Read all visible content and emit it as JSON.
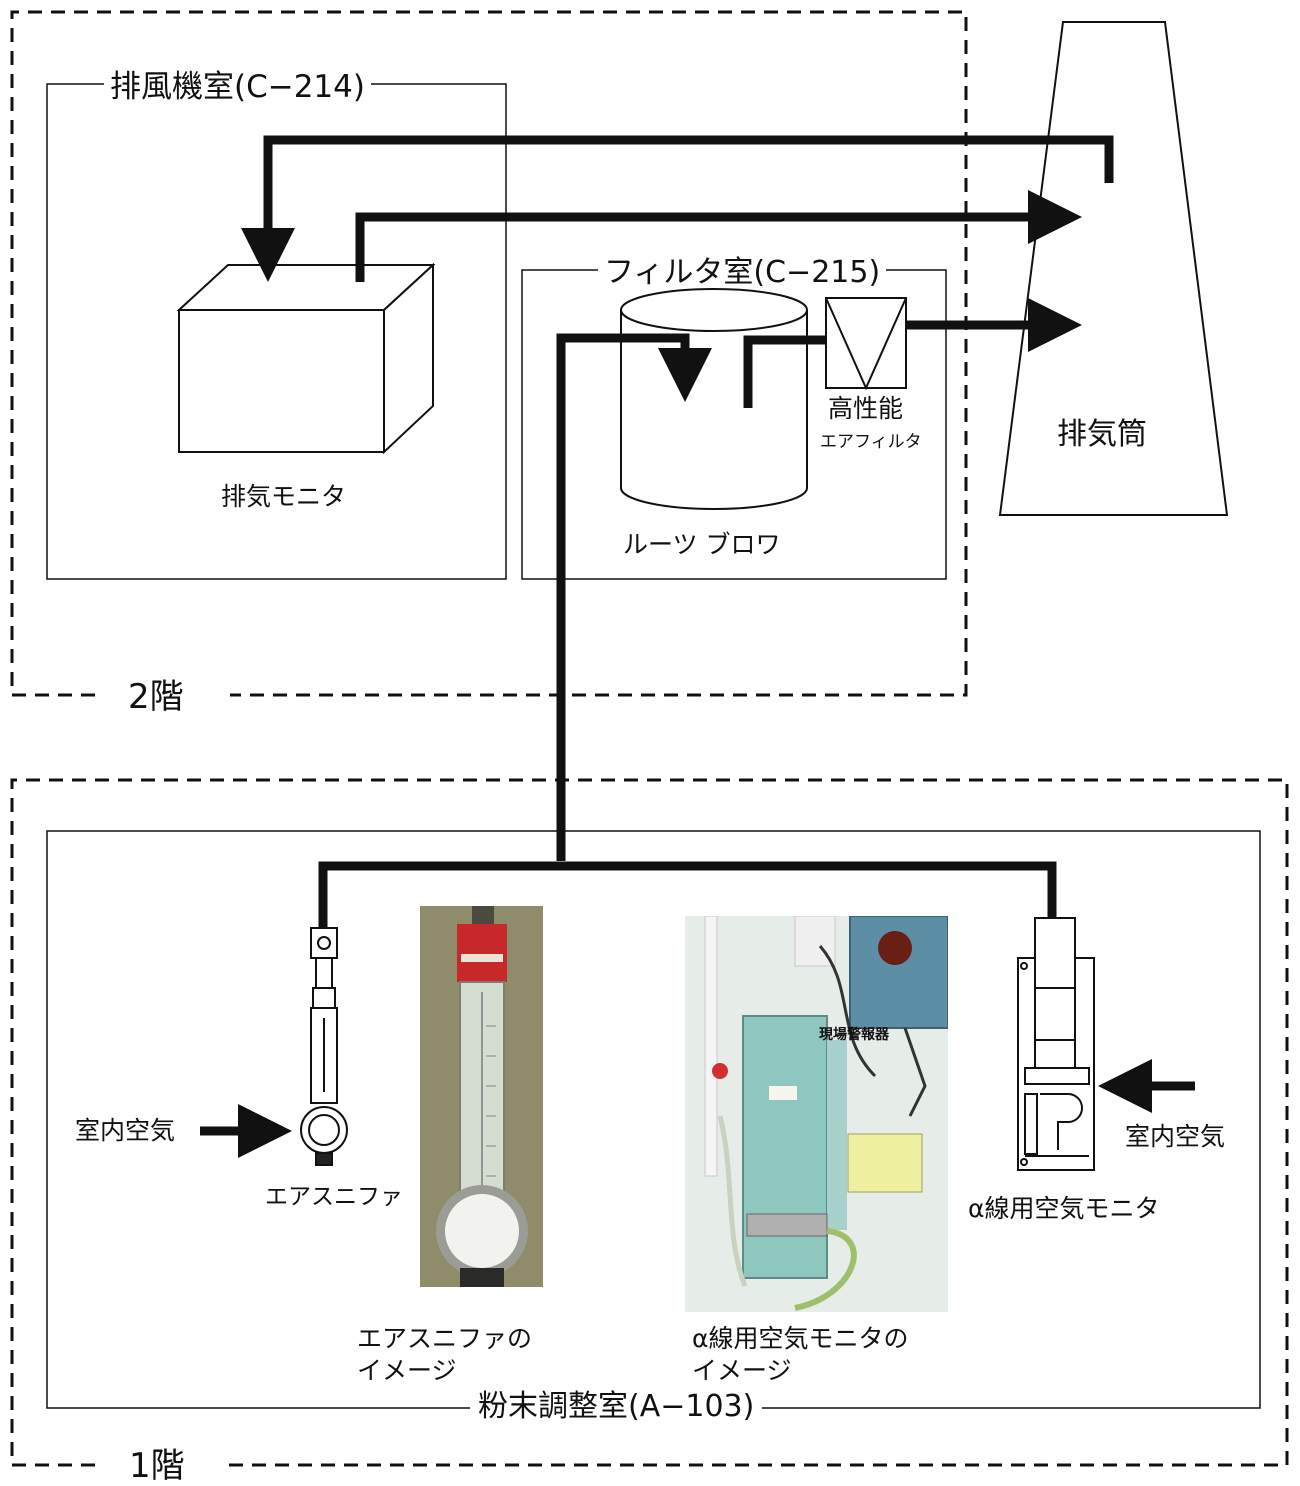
{
  "floors": {
    "upper": "2階",
    "lower": "1階"
  },
  "rooms": {
    "fan_room": "排風機室(C−214)",
    "filter_room": "フィルタ室(C−215)",
    "powder_room": "粉末調整室(A−103)"
  },
  "equipment": {
    "exhaust_monitor": "排気モニタ",
    "roots_blower": "ルーツ ブロワ",
    "hepa_line1": "高性能",
    "hepa_line2": "エアフィルタ",
    "stack": "排気筒",
    "air_sniffer": "エアスニファ",
    "alpha_monitor": "α線用空気モニタ"
  },
  "inputs": {
    "left_room_air": "室内空気",
    "right_room_air": "室内空気"
  },
  "photos": {
    "sniffer_caption_1": "エアスニファの",
    "sniffer_caption_2": "イメージ",
    "alpha_caption_1": "α線用空気モニタの",
    "alpha_caption_2": "イメージ",
    "alarm_label": "現場警報器"
  },
  "colors": {
    "line": "#111111",
    "sniffer_photo_bg": "#8f8c6c",
    "alpha_photo_bg": "#e6ece8",
    "alpha_monitor_body": "#8fc6bd",
    "alarm_box": "#5c8fa6"
  }
}
